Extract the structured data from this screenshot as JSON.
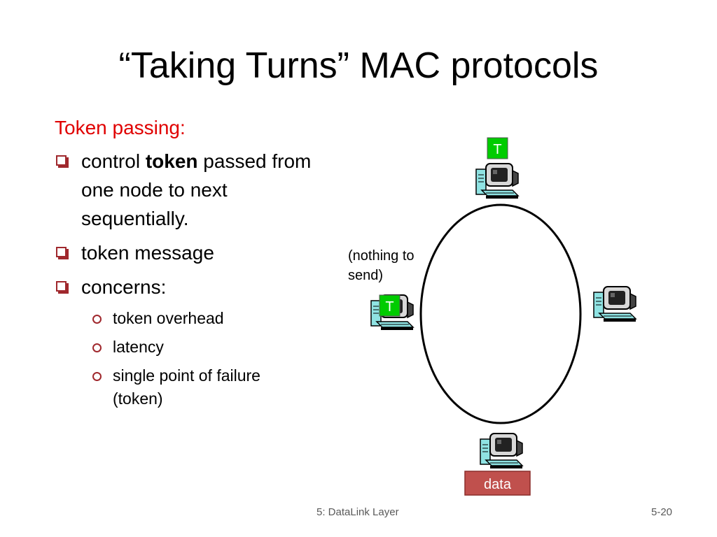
{
  "slide": {
    "title": "“Taking Turns” MAC protocols",
    "section_heading": "Token passing:",
    "bullets": [
      {
        "before": "control ",
        "bold": "token",
        "after": " passed from one node to next sequentially."
      },
      {
        "text": "token message"
      },
      {
        "text": "concerns:"
      }
    ],
    "sub_bullets": [
      "token overhead",
      "latency",
      "single point of failure (token)"
    ],
    "footer_left": "5: DataLink Layer",
    "footer_right": "5-20"
  },
  "diagram": {
    "token_label": "T",
    "token_label_2": "T",
    "data_label": "data",
    "idle_note": "(nothing to send)",
    "colors": {
      "token_fill": "#00cc00",
      "data_fill": "#c0504d",
      "ring": "#000000"
    }
  }
}
